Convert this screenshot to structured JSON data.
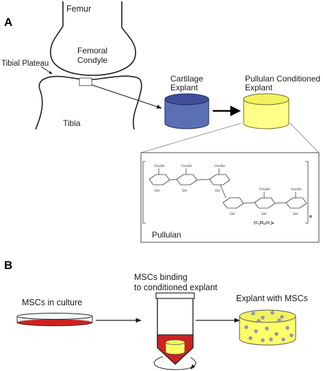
{
  "panel_a": {
    "letter": "A",
    "femur": "Femur",
    "femoral_condyle_line1": "Femoral",
    "femoral_condyle_line2": "Condyle",
    "tibial_plateau": "Tibial Plateau",
    "tibia": "Tibia",
    "cartilage_explant_line1": "Cartilage",
    "cartilage_explant_line2": "Explant",
    "pullulan_conditioned_line1": "Pullulan Conditioned",
    "pullulan_conditioned_line2": "Explant",
    "pullulan_label": "Pullulan",
    "structure_oh": "OH",
    "structure_ch2oh": "CH₂OH",
    "structure_repeat_n": "n",
    "structure_formula": "(C₆H₁₀O₅)ₙ"
  },
  "panel_b": {
    "letter": "B",
    "mscs_in_culture": "MSCs in culture",
    "mscs_binding_line1": "MSCs binding",
    "mscs_binding_line2": "to conditioned explant",
    "explant_with_mscs": "Explant with MSCs"
  },
  "colors": {
    "cartilage_blue": "#5b6fb5",
    "cartilage_blue_top": "#3f4f9a",
    "pullulan_yellow": "#ffff88",
    "pullulan_yellow_top": "#f2f260",
    "medium_red": "#cc2222",
    "msc_dot": "#8f93d4"
  }
}
